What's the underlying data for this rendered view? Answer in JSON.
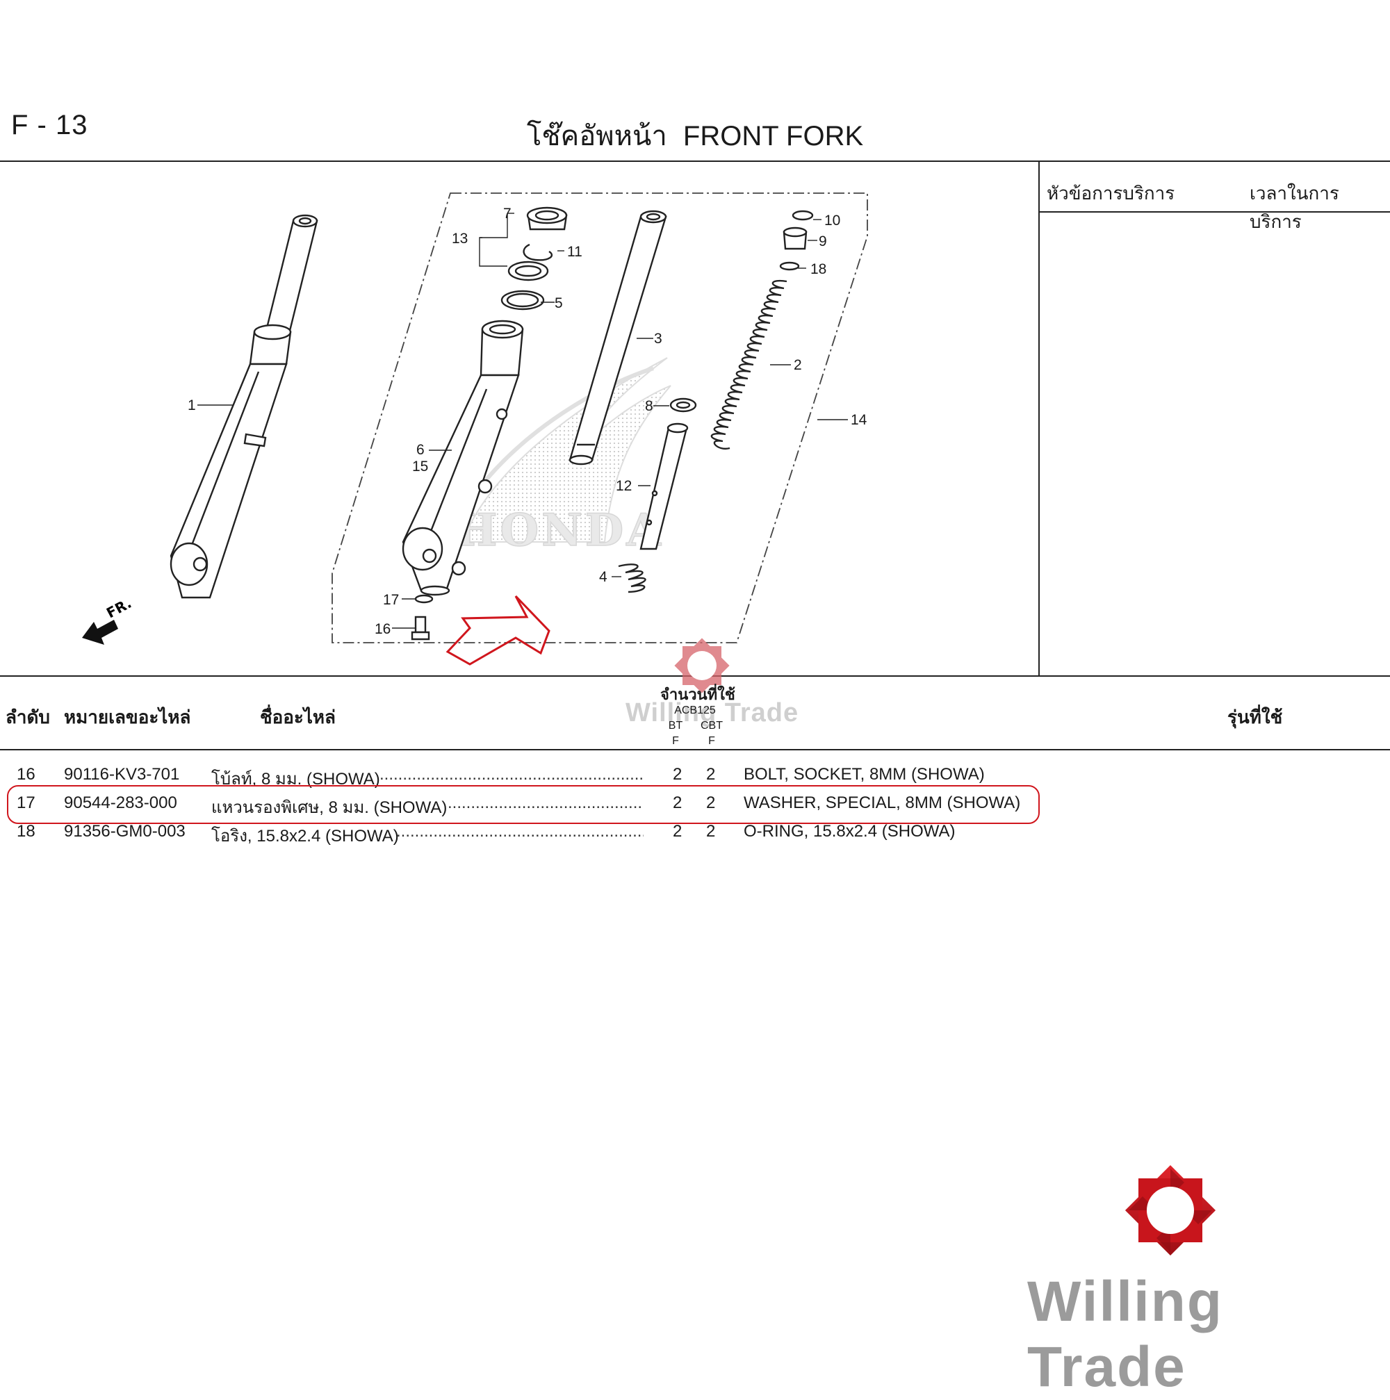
{
  "header": {
    "page_code": "F - 13",
    "title_th": "โช๊คอัพหน้า",
    "title_en": "FRONT FORK"
  },
  "service_panel": {
    "topic_label": "หัวข้อการบริการ",
    "time_label": "เวลาในการบริการ"
  },
  "diagram": {
    "direction_label": "FR.",
    "background_logo_text": "HONDA",
    "callouts": [
      "1",
      "2",
      "3",
      "4",
      "5",
      "6",
      "7",
      "8",
      "9",
      "10",
      "11",
      "12",
      "13",
      "14",
      "15",
      "16",
      "17",
      "18"
    ]
  },
  "table": {
    "headers": {
      "no": "ลำดับ",
      "part_number": "หมายเลขอะไหล่",
      "part_name": "ชื่ออะไหล่",
      "qty": "จำนวนที่ใช้",
      "model": "ACB125",
      "col1_top": "BT",
      "col1_bottom": "F",
      "col2_top": "CBT",
      "col2_bottom": "F",
      "models_used": "รุ่นที่ใช้"
    },
    "rows": [
      {
        "no": "16",
        "part_number": "90116-KV3-701",
        "name_th": "โบ้ลท์, 8 มม. (SHOWA)",
        "dots": "..........................................................",
        "qty1": "2",
        "qty2": "2",
        "name_en": "BOLT, SOCKET, 8MM (SHOWA)"
      },
      {
        "no": "17",
        "part_number": "90544-283-000",
        "name_th": "แหวนรองพิเศษ, 8 มม. (SHOWA)",
        "dots": "..........................................",
        "qty1": "2",
        "qty2": "2",
        "name_en": "WASHER, SPECIAL, 8MM (SHOWA)"
      },
      {
        "no": "18",
        "part_number": "91356-GM0-003",
        "name_th": "โอริง, 15.8x2.4 (SHOWA)",
        "dots": "......................................................",
        "qty1": "2",
        "qty2": "2",
        "name_en": "O-RING, 15.8x2.4 (SHOWA)"
      }
    ]
  },
  "watermark": {
    "small_text": "Willing Trade",
    "brand_text": "Willing Trade"
  },
  "colors": {
    "highlight": "#d0161d",
    "brand_red": "#c8151c",
    "line": "#222222"
  }
}
